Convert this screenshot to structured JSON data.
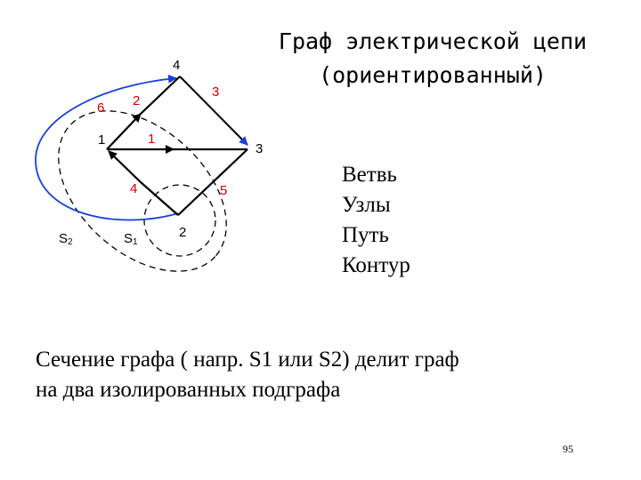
{
  "title": {
    "line1": "Граф электрической цепи",
    "line2": "(ориентированный)"
  },
  "graph": {
    "node_labels": {
      "n1": "1",
      "n2": "2",
      "n3": "3",
      "n4": "4"
    },
    "branch_labels": {
      "b1": "1",
      "b2": "2",
      "b3": "3",
      "b4": "4",
      "b5": "5",
      "b6": "6"
    },
    "cut_labels": {
      "s1_letter": "S",
      "s1_sub": "1",
      "s2_letter": "S",
      "s2_sub": "2"
    },
    "colors": {
      "branch_label": "#cc0000",
      "arc6": "#1a3fd9",
      "edge": "#000000"
    }
  },
  "terms": [
    "Ветвь",
    "Узлы",
    "Путь",
    "Контур"
  ],
  "bottom_text": {
    "line1": "Сечение графа ( напр. S1 или  S2) делит граф",
    "line2": "на два изолированных подграфа"
  },
  "page_number": "95"
}
